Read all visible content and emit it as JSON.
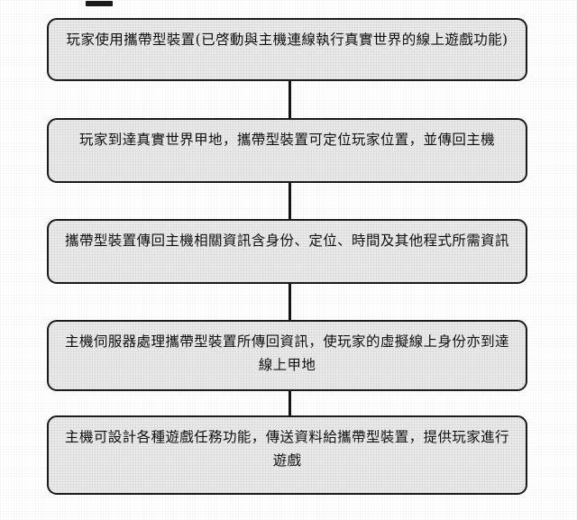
{
  "document": {
    "type": "flowchart",
    "language": "zh-Hant",
    "orientation": "vertical-top-to-bottom",
    "step_count": 5
  },
  "flowchart": {
    "steps": [
      {
        "id": "step-1",
        "order": 1,
        "text": "玩家使用攜帶型裝置(已啓動與主機連線執行真實世界的線上遊戲功能)"
      },
      {
        "id": "step-2",
        "order": 2,
        "text": "玩家到達真實世界甲地，攜帶型裝置可定位玩家位置，並傳回主機"
      },
      {
        "id": "step-3",
        "order": 3,
        "text": "攜帶型裝置傳回主機相關資訊含身份、定位、時間及其他程式所需資訊"
      },
      {
        "id": "step-4",
        "order": 4,
        "text": "主機伺服器處理攜帶型裝置所傳回資訊，使玩家的虛擬線上身份亦到達\n線上甲地"
      },
      {
        "id": "step-5",
        "order": 5,
        "text": "主機可設計各種遊戲任務功能，傳送資料給攜帶型裝置，提供玩家進行\n遊戲"
      }
    ],
    "connectors": [
      {
        "id": "connector-1",
        "from": "step-1",
        "to": "step-2"
      },
      {
        "id": "connector-2",
        "from": "step-2",
        "to": "step-3"
      },
      {
        "id": "connector-3",
        "from": "step-3",
        "to": "step-4"
      },
      {
        "id": "connector-4",
        "from": "step-4",
        "to": "step-5"
      }
    ]
  },
  "colors": {
    "box_fill": "#ececec",
    "box_border": "#1c1c1c",
    "connector": "#141414",
    "text": "#101010",
    "page_background": "#ffffff"
  }
}
